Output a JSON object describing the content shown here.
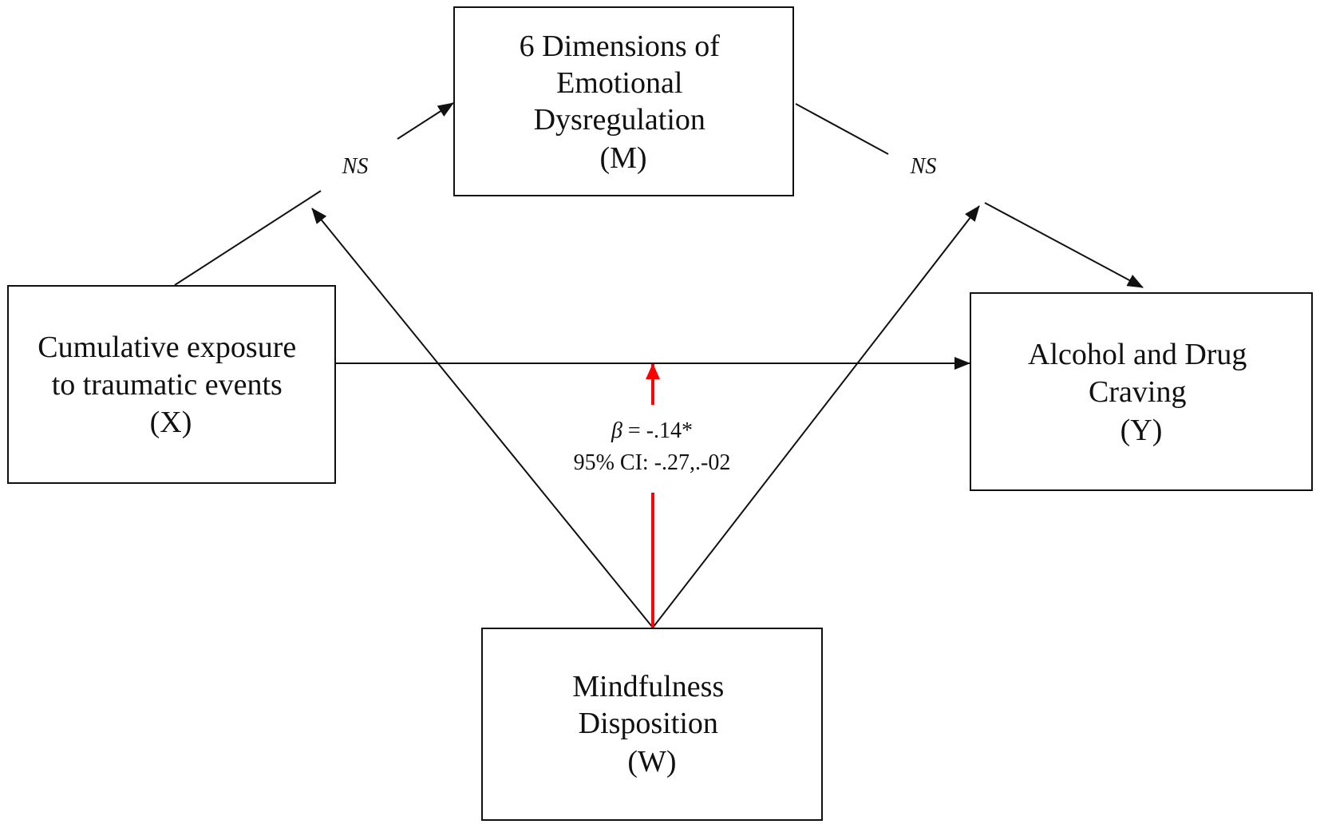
{
  "nodes": {
    "mediator": {
      "lines": [
        "6 Dimensions of",
        "Emotional",
        "Dysregulation",
        "(M)"
      ]
    },
    "predictor": {
      "lines": [
        "Cumulative exposure",
        "to traumatic events",
        "(X)"
      ]
    },
    "outcome": {
      "lines": [
        "Alcohol and Drug",
        "Craving",
        "(Y)"
      ]
    },
    "moderator": {
      "lines": [
        "Mindfulness",
        "Disposition",
        "(W)"
      ]
    }
  },
  "paths": {
    "a_path_label": "NS",
    "b_path_label": "NS",
    "moderation": {
      "beta_symbol": "β",
      "beta_rest": " = -.14*",
      "ci": "95% CI: -.27,.-02"
    }
  },
  "colors": {
    "line": "#111111",
    "moderation_arrow": "#ff0000",
    "box_border": "#111111"
  }
}
